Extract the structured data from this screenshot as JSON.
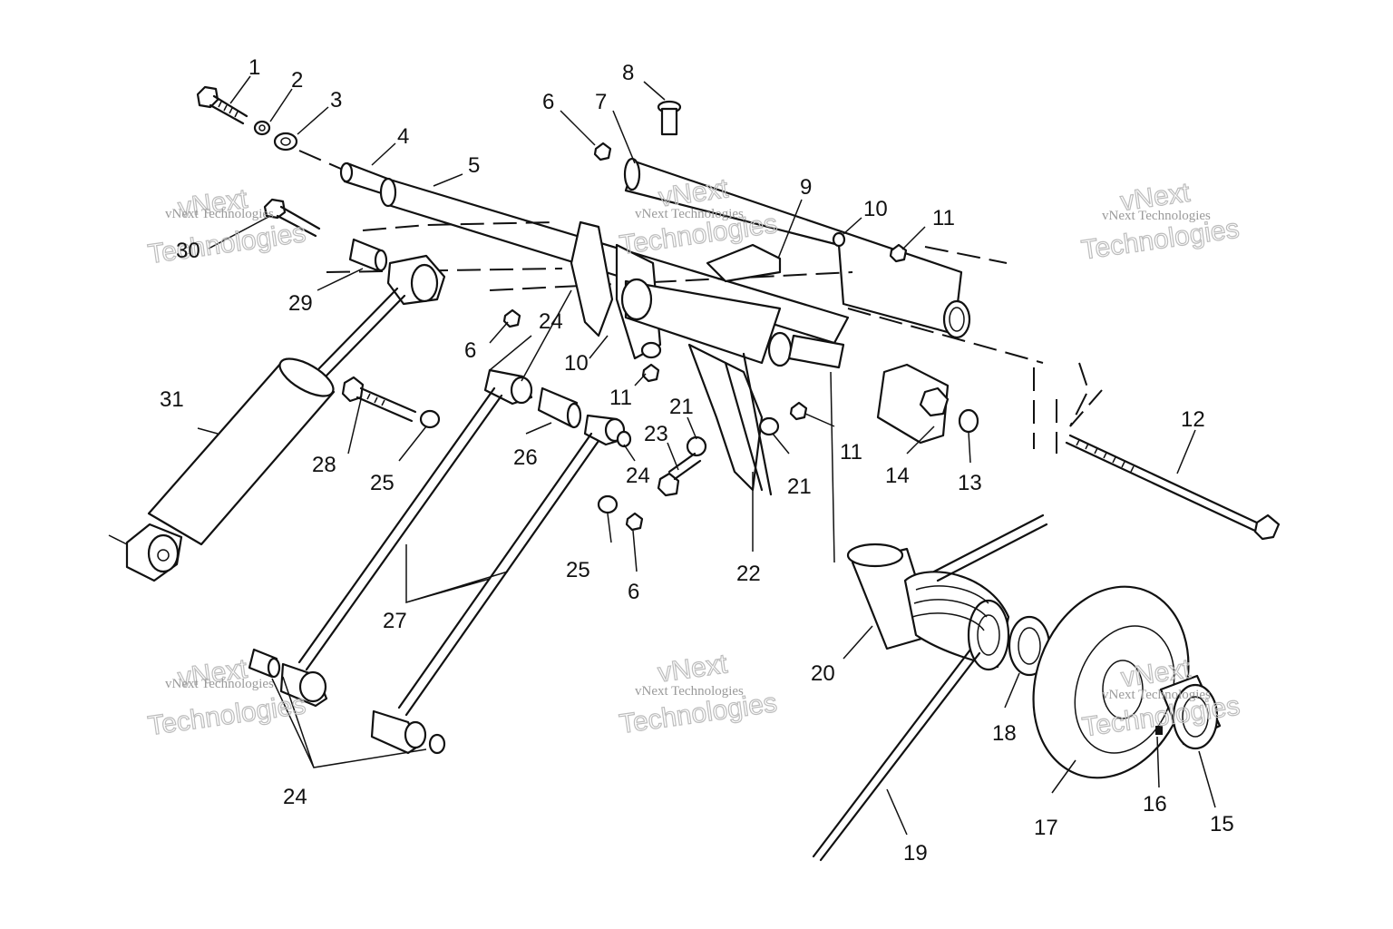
{
  "watermark": {
    "line1": "vNext Technologies",
    "line2a": "vNext",
    "line2b": "Technologies"
  },
  "parts": [
    {
      "id": "p1",
      "label": "1"
    },
    {
      "id": "p2",
      "label": "2"
    },
    {
      "id": "p3",
      "label": "3"
    },
    {
      "id": "p4",
      "label": "4"
    },
    {
      "id": "p5",
      "label": "5"
    },
    {
      "id": "p6a",
      "label": "6"
    },
    {
      "id": "p7",
      "label": "7"
    },
    {
      "id": "p8",
      "label": "8"
    },
    {
      "id": "p9",
      "label": "9"
    },
    {
      "id": "p10a",
      "label": "10"
    },
    {
      "id": "p11a",
      "label": "11"
    },
    {
      "id": "p30",
      "label": "30"
    },
    {
      "id": "p29",
      "label": "29"
    },
    {
      "id": "p24a",
      "label": "24"
    },
    {
      "id": "p6b",
      "label": "6"
    },
    {
      "id": "p10b",
      "label": "10"
    },
    {
      "id": "p11b",
      "label": "11"
    },
    {
      "id": "p31",
      "label": "31"
    },
    {
      "id": "p28",
      "label": "28"
    },
    {
      "id": "p25a",
      "label": "25"
    },
    {
      "id": "p26",
      "label": "26"
    },
    {
      "id": "p21a",
      "label": "21"
    },
    {
      "id": "p23",
      "label": "23"
    },
    {
      "id": "p24b",
      "label": "24"
    },
    {
      "id": "p11c",
      "label": "11"
    },
    {
      "id": "p21b",
      "label": "21"
    },
    {
      "id": "p14",
      "label": "14"
    },
    {
      "id": "p13",
      "label": "13"
    },
    {
      "id": "p12",
      "label": "12"
    },
    {
      "id": "p25b",
      "label": "25"
    },
    {
      "id": "p6c",
      "label": "6"
    },
    {
      "id": "p22",
      "label": "22"
    },
    {
      "id": "p27",
      "label": "27"
    },
    {
      "id": "p20",
      "label": "20"
    },
    {
      "id": "p18",
      "label": "18"
    },
    {
      "id": "p24c",
      "label": "24"
    },
    {
      "id": "p19",
      "label": "19"
    },
    {
      "id": "p17",
      "label": "17"
    },
    {
      "id": "p16",
      "label": "16"
    },
    {
      "id": "p15",
      "label": "15"
    }
  ]
}
